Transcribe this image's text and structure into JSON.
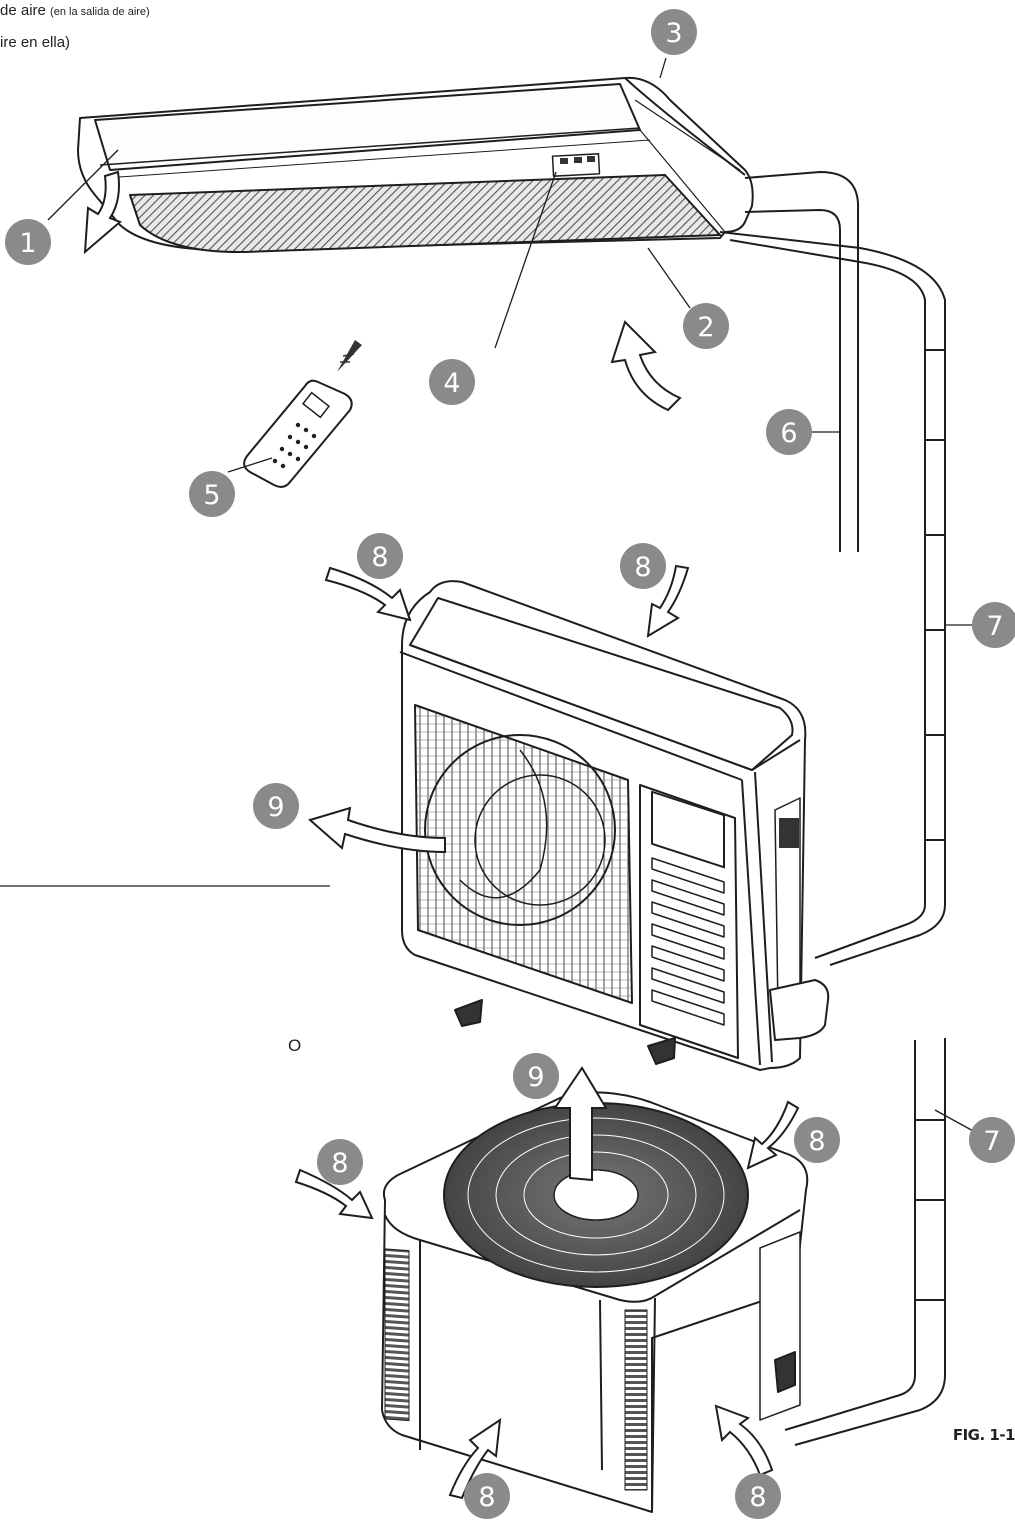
{
  "caption": {
    "line1_main": "de aire",
    "line1_note": "(en la salida de aire)",
    "line2": "ire en ella)"
  },
  "or_text": "O",
  "figure_label": "FIG. 1-1",
  "callouts": [
    "1",
    "2",
    "3",
    "4",
    "5",
    "6",
    "7",
    "8",
    "9"
  ],
  "colors": {
    "line": "#1e1e1e",
    "callout_fill": "#8a8a8a",
    "grille": "#555555"
  }
}
